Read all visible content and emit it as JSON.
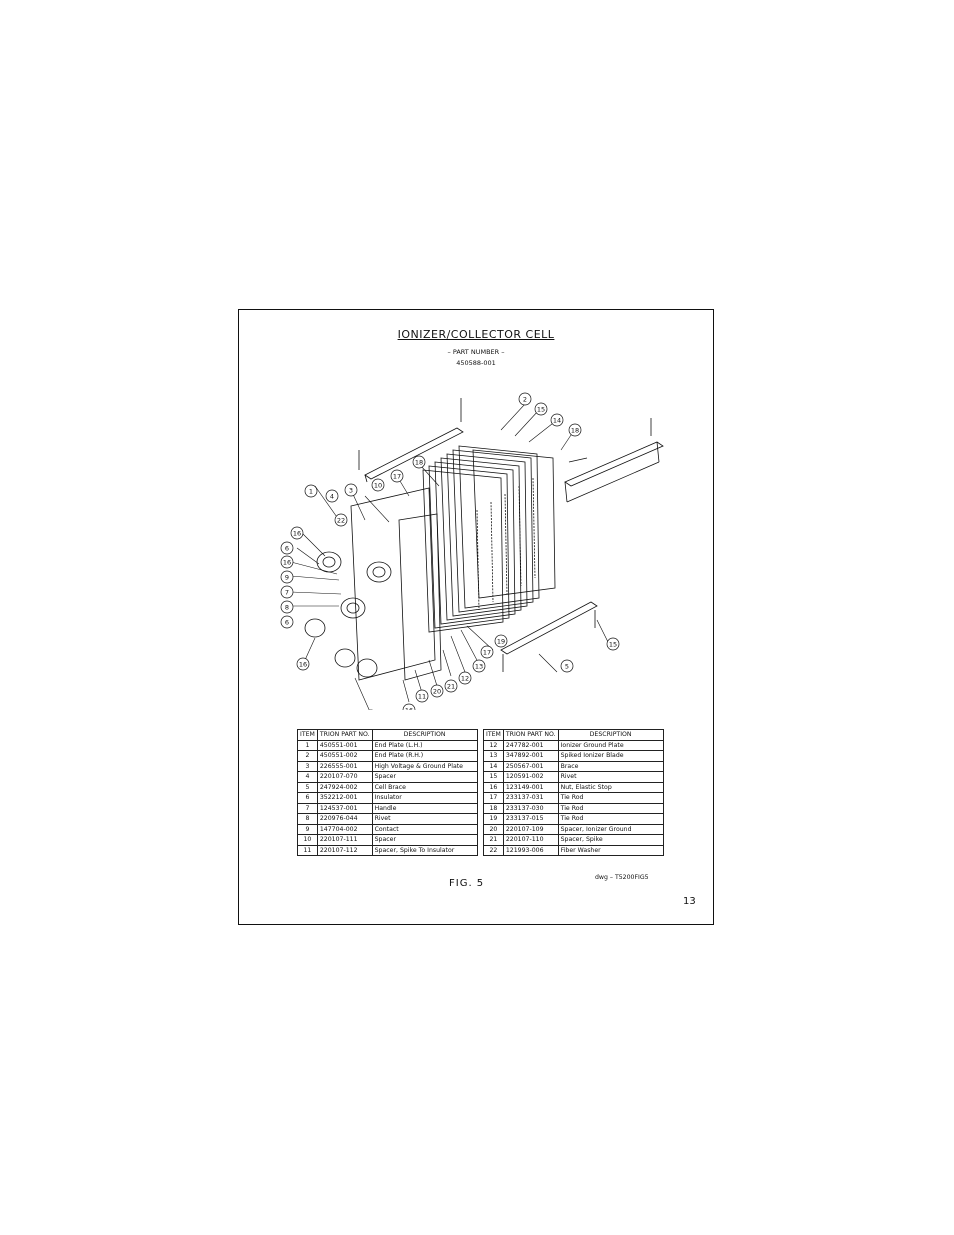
{
  "header": {
    "title": "IONIZER/COLLECTOR CELL",
    "subtitle": "– PART NUMBER –",
    "part_number": "450588-001"
  },
  "callouts": [
    "1",
    "2",
    "3",
    "4",
    "5",
    "6",
    "7",
    "8",
    "9",
    "10",
    "11",
    "12",
    "13",
    "14",
    "15",
    "16",
    "17",
    "18",
    "19",
    "20",
    "21",
    "22"
  ],
  "table": {
    "headers": [
      "ITEM",
      "TRION PART NO.",
      "DESCRIPTION"
    ],
    "left_rows": [
      [
        "1",
        "450551-001",
        "End Plate (L.H.)"
      ],
      [
        "2",
        "450551-002",
        "End Plate (R.H.)"
      ],
      [
        "3",
        "226555-001",
        "High Voltage & Ground Plate"
      ],
      [
        "4",
        "220107-070",
        "Spacer"
      ],
      [
        "5",
        "247924-002",
        "Cell Brace"
      ],
      [
        "6",
        "352212-001",
        "Insulator"
      ],
      [
        "7",
        "124537-001",
        "Handle"
      ],
      [
        "8",
        "220976-044",
        "Rivet"
      ],
      [
        "9",
        "147704-002",
        "Contact"
      ],
      [
        "10",
        "220107-111",
        "Spacer"
      ],
      [
        "11",
        "220107-112",
        "Spacer, Spike To Insulator"
      ]
    ],
    "right_rows": [
      [
        "12",
        "247782-001",
        "Ionizer Ground Plate"
      ],
      [
        "13",
        "347892-001",
        "Spiked Ionizer Blade"
      ],
      [
        "14",
        "250567-001",
        "Brace"
      ],
      [
        "15",
        "120591-002",
        "Rivet"
      ],
      [
        "16",
        "123149-001",
        "Nut, Elastic Stop"
      ],
      [
        "17",
        "233137-031",
        "Tie Rod"
      ],
      [
        "18",
        "233137-030",
        "Tie Rod"
      ],
      [
        "19",
        "233137-015",
        "Tie Rod"
      ],
      [
        "20",
        "220107-109",
        "Spacer, Ionizer Ground"
      ],
      [
        "21",
        "220107-110",
        "Spacer, Spike"
      ],
      [
        "22",
        "121993-006",
        "Fiber Washer"
      ]
    ]
  },
  "footer": {
    "dwg": "dwg – T5200FIG5",
    "fig": "FIG. 5",
    "page": "13"
  }
}
